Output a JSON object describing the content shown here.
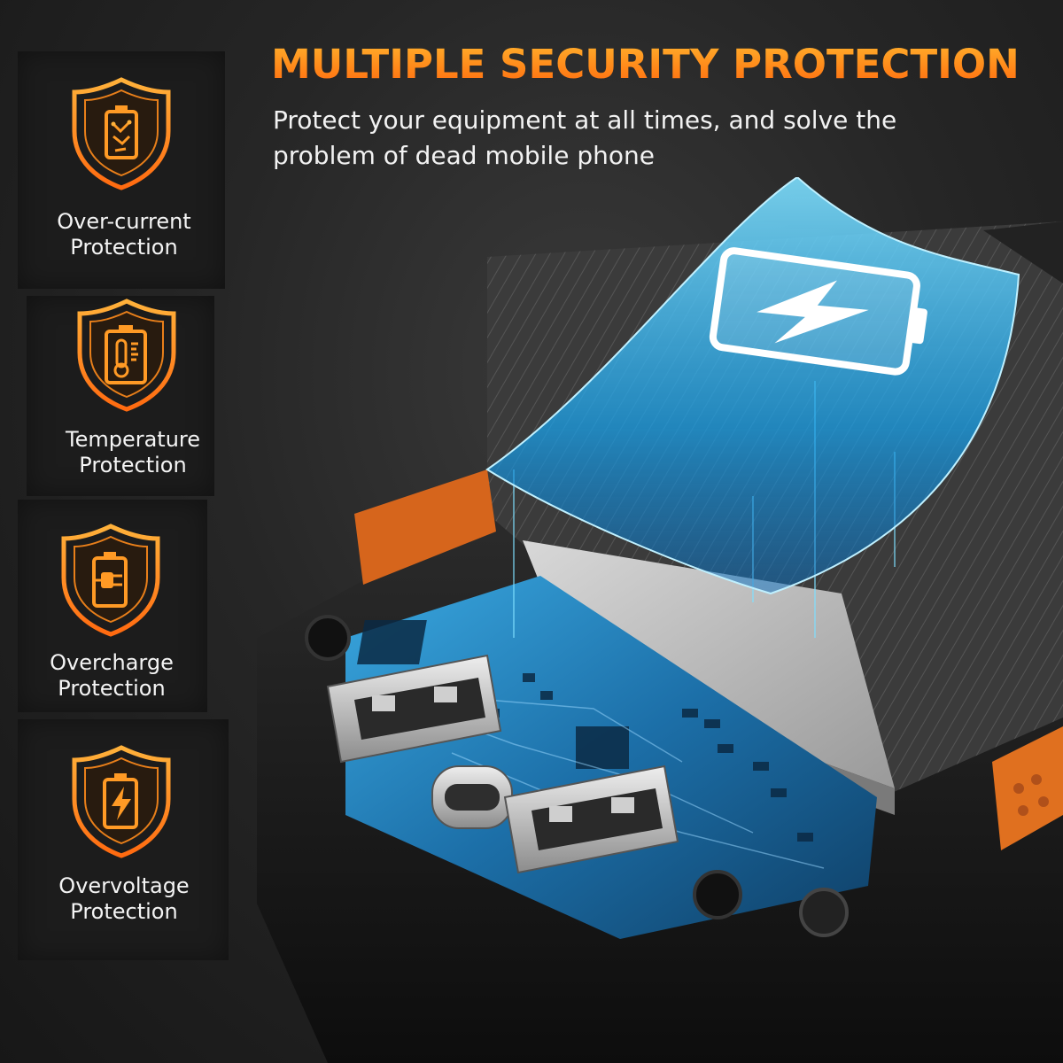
{
  "header": {
    "title": "MULTIPLE SECURITY PROTECTION",
    "subtitle": "Protect your equipment at all times, and solve the problem of dead mobile phone"
  },
  "features": [
    {
      "icon": "over-current-shield-icon",
      "line1": "Over-current",
      "line2": "Protection"
    },
    {
      "icon": "temperature-shield-icon",
      "line1": "Temperature",
      "line2": "Protection"
    },
    {
      "icon": "overcharge-shield-icon",
      "line1": "Overcharge",
      "line2": "Protection"
    },
    {
      "icon": "overvoltage-shield-icon",
      "line1": "Overvoltage",
      "line2": "Protection"
    }
  ],
  "colors": {
    "accent_orange": "#ff8a1a",
    "shield_blue": "#29b6f6",
    "background": "#262626",
    "panel": "#1c1c1c"
  }
}
